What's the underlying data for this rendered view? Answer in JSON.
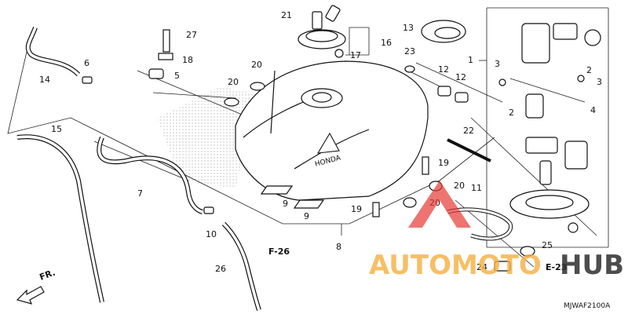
{
  "diagram": {
    "part_numbers": [
      "1",
      "2",
      "3",
      "4",
      "5",
      "6",
      "7",
      "8",
      "9",
      "10",
      "11",
      "12",
      "13",
      "14",
      "15",
      "16",
      "17",
      "18",
      "19",
      "20",
      "21",
      "22",
      "23",
      "24",
      "25",
      "26",
      "27"
    ],
    "references": {
      "f26": "F-26",
      "e23": "E-23"
    },
    "direction_label": "FR.",
    "tank_logo": "HONDA",
    "drawing_code": "MJWAF2100A"
  },
  "watermark": {
    "text_a": "AUTOMOTO",
    "text_b": "HUB",
    "color_a": "#f5b041",
    "color_b": "#2f2f2f",
    "logo_color": "#e53935"
  }
}
